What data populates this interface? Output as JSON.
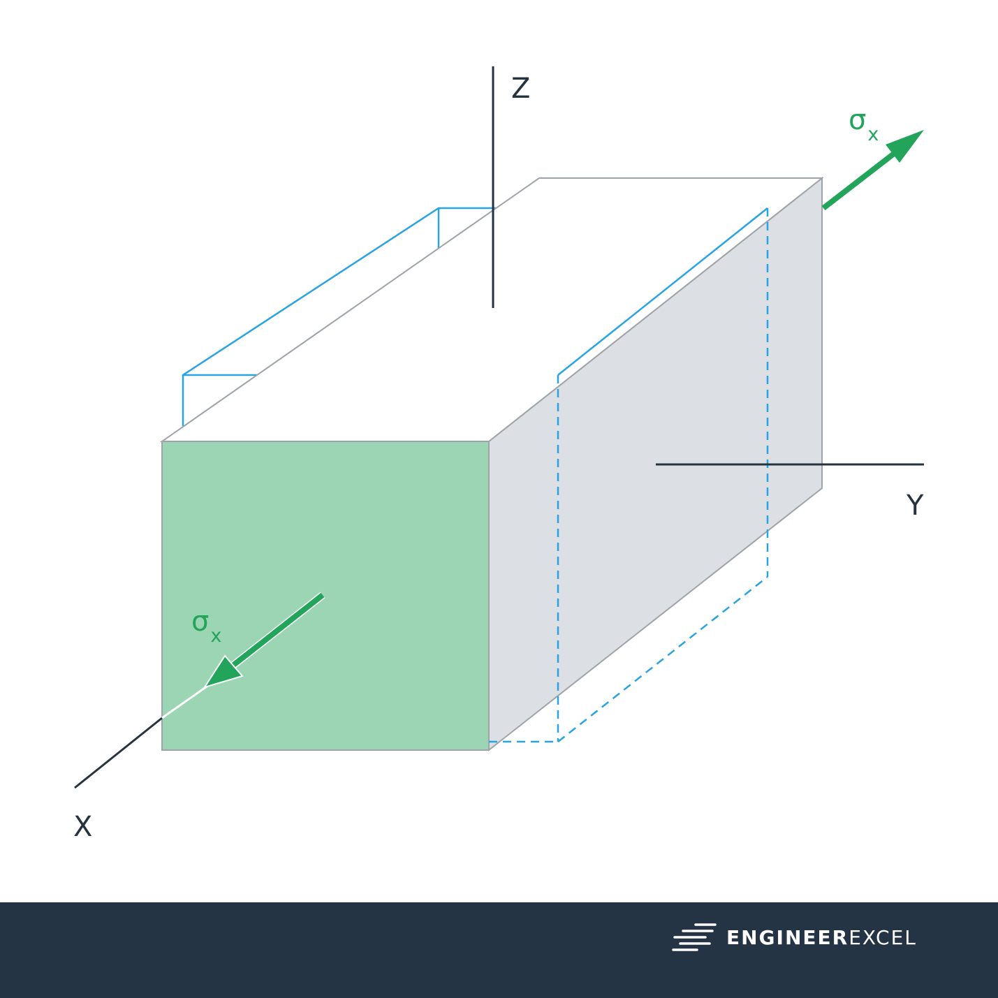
{
  "axes": {
    "x_label": "X",
    "y_label": "Y",
    "z_label": "Z"
  },
  "stress": {
    "symbol": "σ",
    "subscript": "x"
  },
  "brand": {
    "name_strong": "ENGINEER",
    "name_light": "EXCEL"
  },
  "colors": {
    "front_face": "#9bd5b3",
    "side_face": "#dcdfe4",
    "edge": "#9ea3a9",
    "deformed_outline": "#29a3e3",
    "stress_arrow": "#22a55a",
    "axis": "#25333f",
    "footer": "#253444"
  },
  "icons": {
    "brand_mark": "speed-lines-icon"
  }
}
